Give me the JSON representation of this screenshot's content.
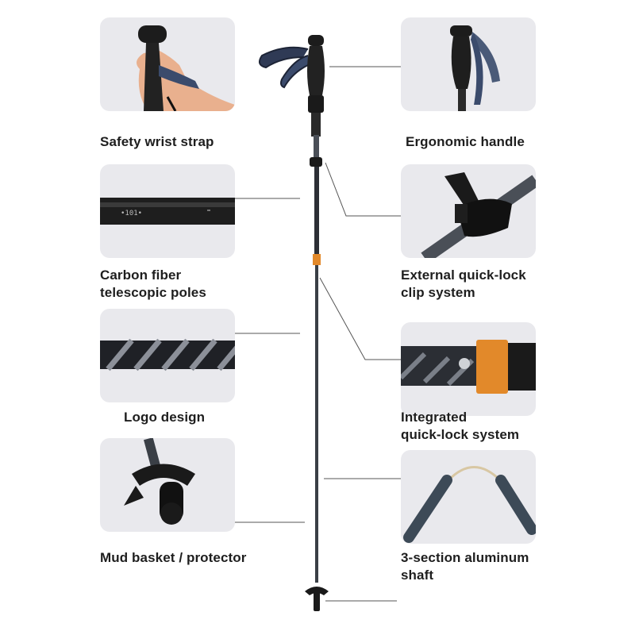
{
  "features": [
    {
      "id": "wrist-strap",
      "label": "Safety wrist strap"
    },
    {
      "id": "ergonomic-handle",
      "label": "Ergonomic handle"
    },
    {
      "id": "carbon-fiber",
      "label": "Carbon fiber\ntelescopic poles"
    },
    {
      "id": "external-lock",
      "label": "External quick-lock\nclip system"
    },
    {
      "id": "logo-design",
      "label": "Logo design"
    },
    {
      "id": "integrated-lock",
      "label": "Integrated\nquick-lock system"
    },
    {
      "id": "mud-basket",
      "label": "Mud basket / protector"
    },
    {
      "id": "aluminum-shaft",
      "label": "3-section aluminum\nshaft"
    }
  ],
  "colors": {
    "panel_bg": "#e9e9ed",
    "shaft": "#3a3f46",
    "accent": "#e2892a",
    "strap": "#4a5a78"
  }
}
